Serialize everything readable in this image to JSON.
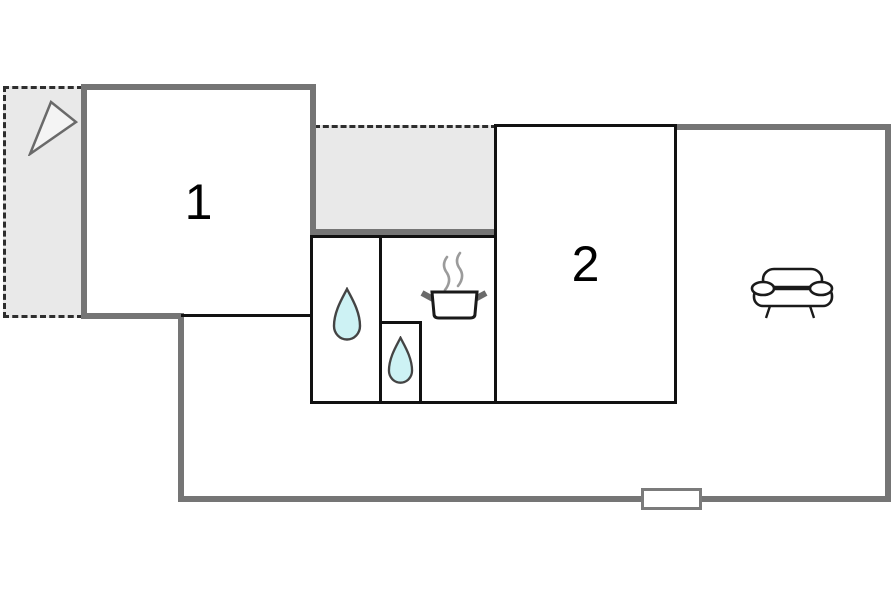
{
  "rooms": [
    {
      "label": "1"
    },
    {
      "label": "2"
    }
  ],
  "icons": {
    "terrace": "triangle-pointer",
    "bathroom": "water-drop",
    "shower": "water-drop",
    "kitchen": "cooking-pot-with-steam",
    "living_area": "sofa",
    "bottom_wall": "window-marker"
  },
  "colors": {
    "outer_wall": "#757575",
    "inner_wall": "#111111",
    "dashed_line": "#2e2e2e",
    "terrace_fill": "#e9e9e9",
    "water_drop_fill": "#cdf2f4",
    "icon_stroke": "#1a1a1a",
    "steam_gray": "#9b9b9b",
    "background": "#ffffff"
  }
}
